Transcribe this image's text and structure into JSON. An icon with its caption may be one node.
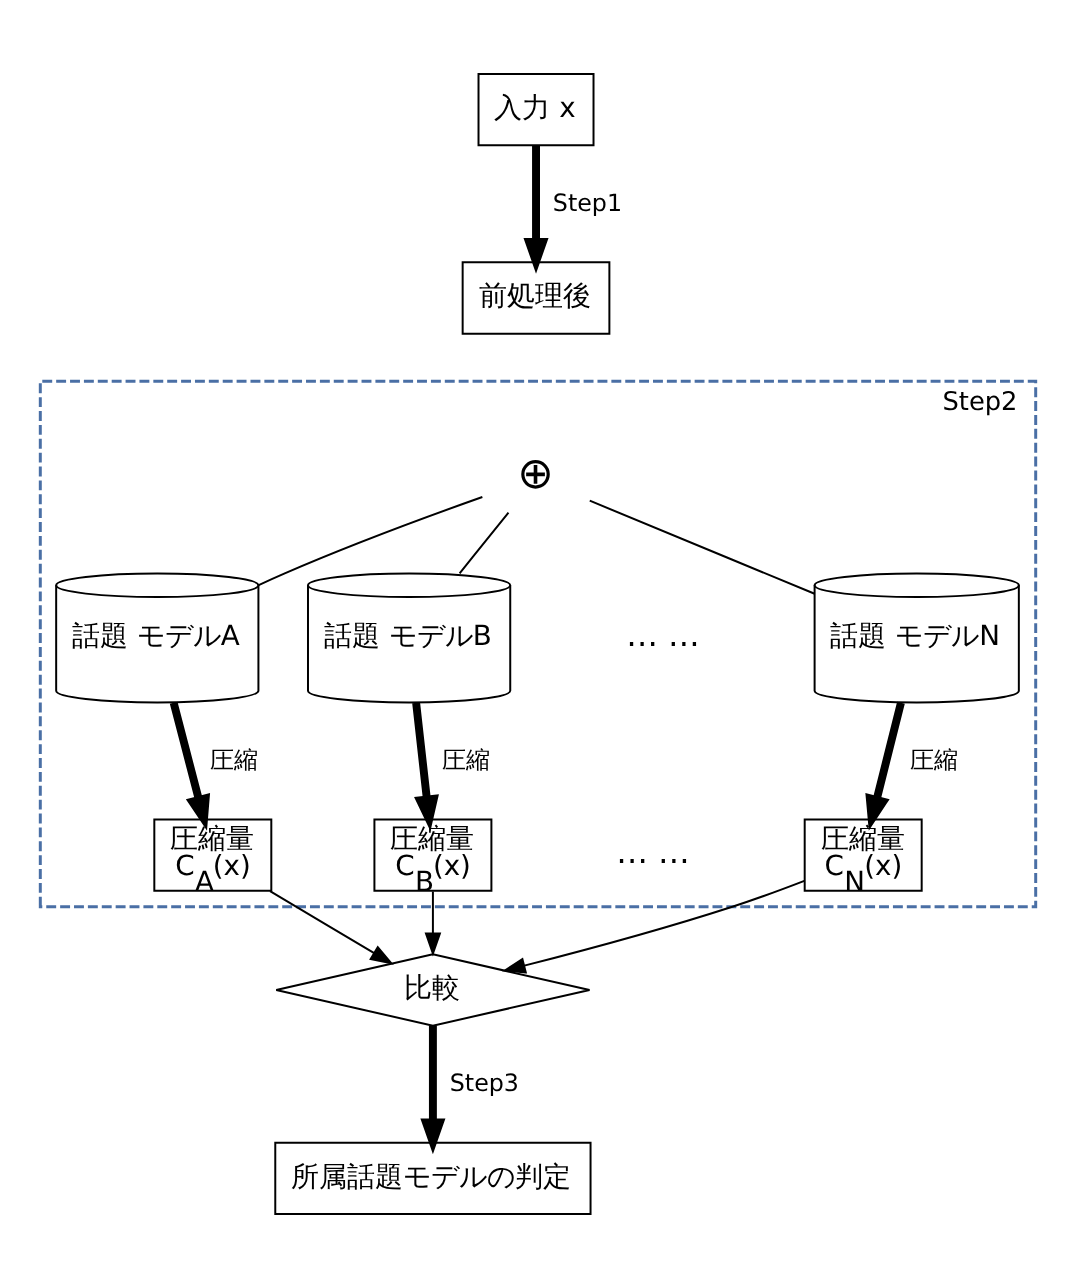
{
  "diagram": {
    "nodes": [
      {
        "text": [
          "入力 x"
        ]
      },
      {
        "text": [
          "前処理後"
        ]
      },
      {
        "text": [
          "Step2"
        ]
      },
      {
        "text": [
          "⊕"
        ],
        "in": 2
      },
      {
        "text": [
          "話題 モデルA"
        ],
        "in": 2
      },
      {
        "text": [
          "話題 モデルB"
        ],
        "in": 2
      },
      {
        "text": [
          "話題 モデルN"
        ],
        "in": 2
      },
      {
        "text": [
          "圧縮量",
          "C$_{A}$(x)"
        ],
        "in": 2
      },
      {
        "text": [
          "圧縮量",
          "C$_{B}$(x)"
        ],
        "in": 2
      },
      {
        "text": [
          "圧縮量",
          "C$_{N}$(x)"
        ],
        "in": 2
      },
      {
        "text": [
          "比較"
        ]
      },
      {
        "text": [
          "所属話題モデルの判定"
        ]
      }
    ],
    "edges": [
      {
        "from": 0,
        "to": 1,
        "arrow": "to",
        "label": "Step1",
        "style": "thick"
      },
      {
        "from": 3,
        "to": 4,
        "arrow": "none"
      },
      {
        "from": 3,
        "to": 5,
        "arrow": "none"
      },
      {
        "from": 3,
        "to": 6,
        "arrow": "none"
      },
      {
        "from": 4,
        "to": 7,
        "arrow": "to",
        "label": "圧縮",
        "style": "thick"
      },
      {
        "from": 5,
        "to": 8,
        "arrow": "to",
        "label": "圧縮",
        "style": "thick"
      },
      {
        "from": 6,
        "to": 9,
        "arrow": "to",
        "label": "圧縮",
        "style": "thick"
      },
      {
        "from": 7,
        "to": 10,
        "arrow": "to"
      },
      {
        "from": 8,
        "to": 10,
        "arrow": "to"
      },
      {
        "from": 9,
        "to": 10,
        "arrow": "to"
      },
      {
        "from": 10,
        "to": 11,
        "arrow": "to",
        "label": "Step3",
        "style": "thick"
      }
    ],
    "labels": [
      "… …",
      "… …"
    ]
  }
}
